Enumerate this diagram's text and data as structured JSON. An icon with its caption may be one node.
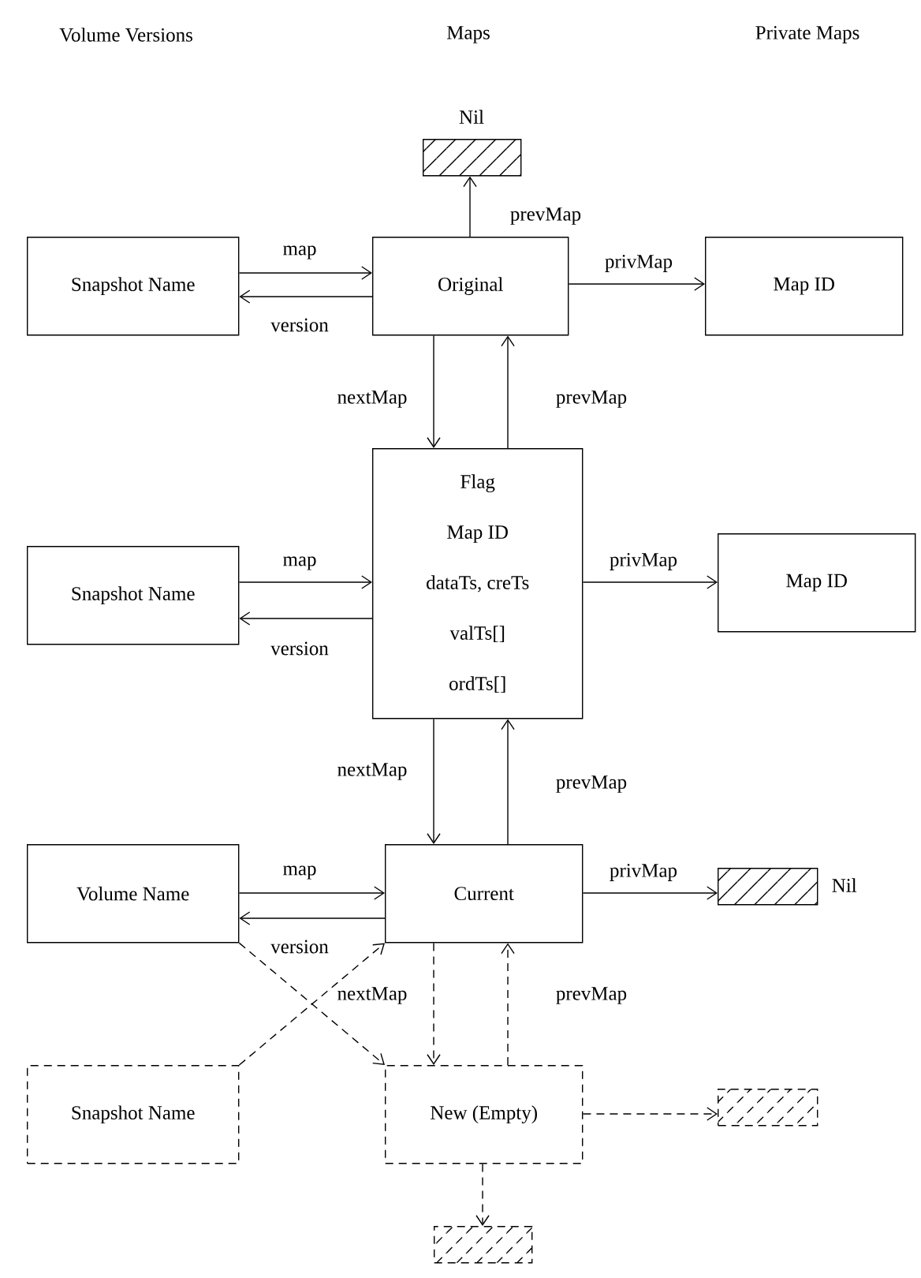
{
  "diagram": {
    "nodes": [
      {
        "text": [],
        "shape": "box",
        "beside": [
          "Nil"
        ]
      },
      {
        "text": [
          "Snapshot Name"
        ]
      },
      {
        "text": [
          "Original"
        ]
      },
      {
        "text": [
          "Map ID"
        ]
      },
      {
        "text": [
          "Snapshot Name"
        ]
      },
      {
        "text": [
          "Flag",
          "Map ID",
          "dataTs, creTs",
          "valTs[]",
          "ordTs[]"
        ]
      },
      {
        "text": [
          "Map ID"
        ]
      },
      {
        "text": [
          "Volume Name"
        ]
      },
      {
        "text": [
          "Current"
        ]
      },
      {
        "text": [],
        "shape": "box",
        "beside": [
          "Nil"
        ]
      },
      {
        "text": [
          "Snapshot Name"
        ]
      },
      {
        "text": [
          "New (Empty)"
        ]
      },
      {
        "text": [],
        "shape": "box"
      },
      {
        "text": [],
        "shape": "box"
      }
    ],
    "edges": [
      {
        "from": 2,
        "to": 0,
        "arrow": "to",
        "label": "prevMap"
      },
      {
        "from": 1,
        "to": 2,
        "arrow": "to",
        "label": "map"
      },
      {
        "from": 2,
        "to": 1,
        "arrow": "to",
        "label": "version"
      },
      {
        "from": 2,
        "to": 3,
        "arrow": "to",
        "label": "privMap"
      },
      {
        "from": 2,
        "to": 5,
        "arrow": "to",
        "label": "nextMap"
      },
      {
        "from": 5,
        "to": 2,
        "arrow": "to",
        "label": "prevMap"
      },
      {
        "from": 4,
        "to": 5,
        "arrow": "to",
        "label": "map"
      },
      {
        "from": 5,
        "to": 4,
        "arrow": "to",
        "label": "version"
      },
      {
        "from": 5,
        "to": 6,
        "arrow": "to",
        "label": "privMap"
      },
      {
        "from": 5,
        "to": 8,
        "arrow": "to",
        "label": "nextMap"
      },
      {
        "from": 8,
        "to": 5,
        "arrow": "to",
        "label": "prevMap"
      },
      {
        "from": 7,
        "to": 8,
        "arrow": "to",
        "label": "map"
      },
      {
        "from": 8,
        "to": 7,
        "arrow": "to",
        "label": "version"
      },
      {
        "from": 8,
        "to": 9,
        "arrow": "to",
        "label": "privMap"
      },
      {
        "from": 7,
        "to": 11,
        "arrow": "to",
        "style": "dashed"
      },
      {
        "from": 10,
        "to": 8,
        "arrow": "to",
        "style": "dashed"
      },
      {
        "from": 8,
        "to": 11,
        "arrow": "to",
        "style": "dashed",
        "label": "nextMap"
      },
      {
        "from": 11,
        "to": 8,
        "arrow": "to",
        "style": "dashed",
        "label": "prevMap"
      },
      {
        "from": 11,
        "to": 12,
        "arrow": "to",
        "style": "dashed"
      },
      {
        "from": 11,
        "to": 13,
        "arrow": "to",
        "style": "dashed"
      }
    ],
    "labels": [
      "Volume Versions",
      "Maps",
      "Private Maps"
    ]
  }
}
